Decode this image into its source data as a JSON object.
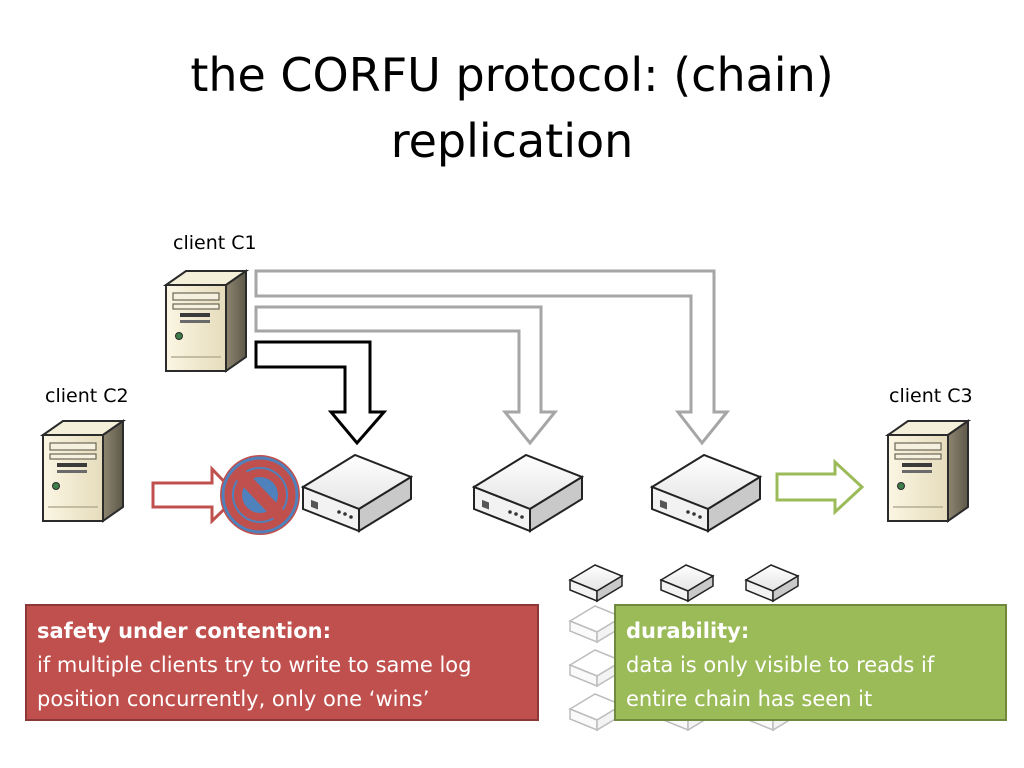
{
  "title": {
    "line1": "the CORFU protocol: (chain)",
    "line2": "replication"
  },
  "clients": {
    "c1_label": "client C1",
    "c2_label": "client C2",
    "c3_label": "client C3"
  },
  "safety_box": {
    "heading": "safety under contention:",
    "line1": "if multiple clients try to write to same log",
    "line2": "position concurrently, only one ‘wins’"
  },
  "durability_box": {
    "heading": "durability:",
    "line1": "data is only visible to reads if",
    "line2": "entire chain has seen it"
  },
  "colors": {
    "safety": "#c0504d",
    "durability": "#9bbb59",
    "block_icon": "#4f81bd",
    "block_slash": "#c0504d",
    "write_arrow_red": "#c0504d",
    "read_arrow_green": "#9bbb59",
    "chain_arrow_gray": "#a6a6a6"
  },
  "icons": {
    "client": "server-tower-icon",
    "storage": "storage-unit-icon",
    "block": "prohibited-icon"
  }
}
